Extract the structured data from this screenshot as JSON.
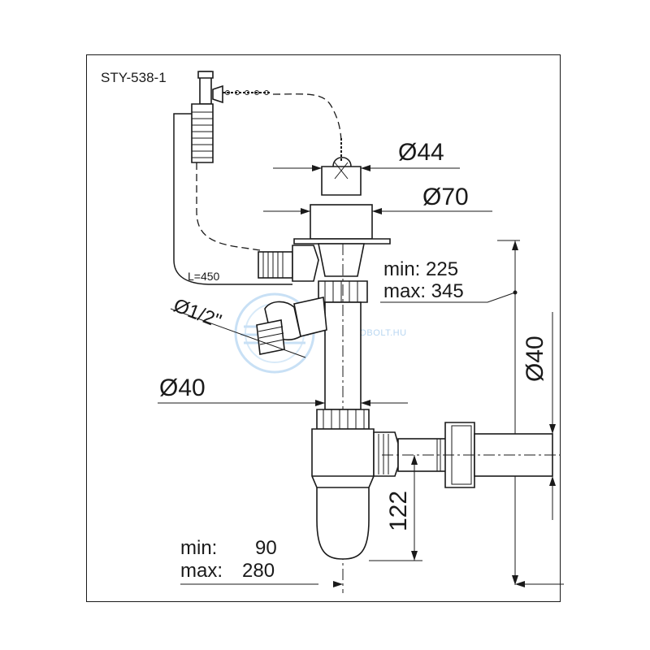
{
  "model_code": "STY-538-1",
  "dimensions": {
    "d44": "Ø44",
    "d70": "Ø70",
    "d40_side": "Ø40",
    "d40_left": "Ø40",
    "d_half": "Ø1/2\"",
    "cable_length": "L=450",
    "height_range": {
      "min": "min: 225",
      "max": "max: 345"
    },
    "depth_range": {
      "min_label": "min:",
      "min_value": "90",
      "max_label": "max:",
      "max_value": "280"
    },
    "trap_height": "122"
  },
  "watermark": "LEFOLYOBOLT.HU",
  "colors": {
    "line": "#1a1a1a",
    "watermark": "#7fb6e6",
    "background": "#ffffff"
  }
}
